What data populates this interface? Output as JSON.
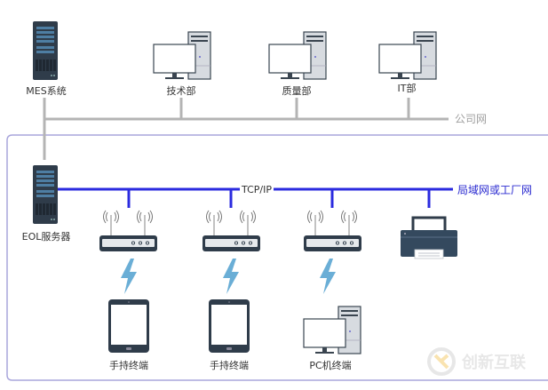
{
  "company_network": {
    "label": "公司网",
    "color": "#b4b4b4",
    "nodes": [
      {
        "id": "mes",
        "type": "server",
        "label": "MES系统"
      },
      {
        "id": "tech",
        "type": "desktop",
        "label": "技术部"
      },
      {
        "id": "quality",
        "type": "desktop",
        "label": "质量部"
      },
      {
        "id": "it",
        "type": "desktop",
        "label": "IT部"
      }
    ]
  },
  "factory_network": {
    "label": "局域网或工厂网",
    "protocol": "TCP/IP",
    "color": "#2b2bdf",
    "boundary_color": "#a9a6dc",
    "server": {
      "type": "server",
      "label": "EOL服务器"
    },
    "branches": [
      {
        "type": "wireless-router",
        "client": {
          "type": "tablet",
          "label": "手持终端"
        }
      },
      {
        "type": "wireless-router",
        "client": {
          "type": "tablet",
          "label": "手持终端"
        }
      },
      {
        "type": "wireless-router",
        "client": {
          "type": "desktop",
          "label": "PC机终端"
        }
      },
      {
        "type": "printer"
      }
    ]
  },
  "colors": {
    "device_dark": "#2f3c4a",
    "lightning": "#6aaed6"
  },
  "watermark": {
    "text": "创新互联"
  }
}
